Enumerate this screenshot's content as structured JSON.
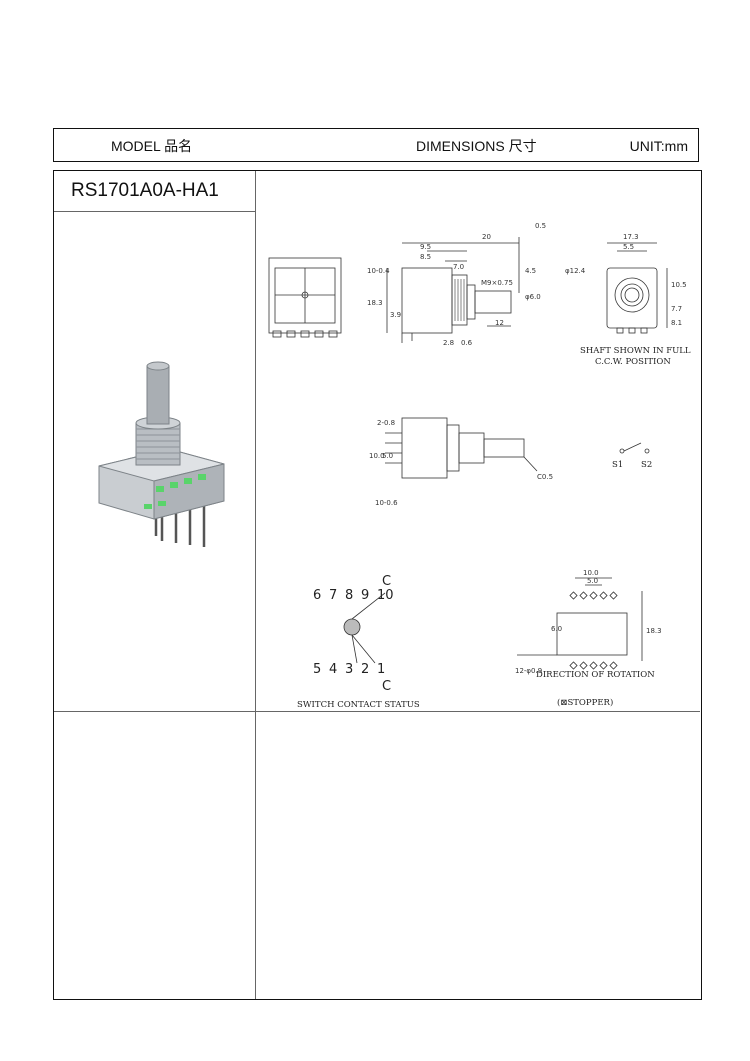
{
  "header": {
    "model_label": "MODEL 品名",
    "dimensions_label": "DIMENSIONS 尺寸",
    "unit_label": "UNIT:mm"
  },
  "model": {
    "name": "RS1701A0A-HA1"
  },
  "drawing": {
    "shaft_note_line1": "SHAFT SHOWN IN FULL",
    "shaft_note_line2": "C.C.W. POSITION",
    "switch_contact_status": "SWITCH CONTACT STATUS",
    "stopper_label": "(⊠STOPPER)",
    "direction_label": "DIRECTION OF ROTATION",
    "s1": "S1",
    "s2": "S2",
    "thread_spec": "M9×0.75",
    "common_top": "C",
    "common_bottom": "C",
    "top_pins": [
      "6",
      "7",
      "8",
      "9",
      "10"
    ],
    "bottom_pins": [
      "5",
      "4",
      "3",
      "2",
      "1"
    ],
    "dims": {
      "d20": "20",
      "d05": "0.5",
      "d95": "9.5",
      "d85": "8.5",
      "d70": "7.0",
      "d45": "4.5",
      "d60": "φ6.0",
      "d183": "18.3",
      "d39": "3.9",
      "d12": "12",
      "d28": "2.8",
      "d06": "0.6",
      "d173": "17.3",
      "d55": "5.5",
      "d124": "φ12.4",
      "d105": "10.5",
      "d77": "7.7",
      "d81": "8.1",
      "d100": "10.0",
      "d50": "5.0",
      "dC05": "C0.5",
      "d60b": "6.0",
      "dpin": "12-φ0.9",
      "d08": "2-0.8",
      "d106": "10-0.6",
      "d1004": "10-0.4"
    }
  }
}
